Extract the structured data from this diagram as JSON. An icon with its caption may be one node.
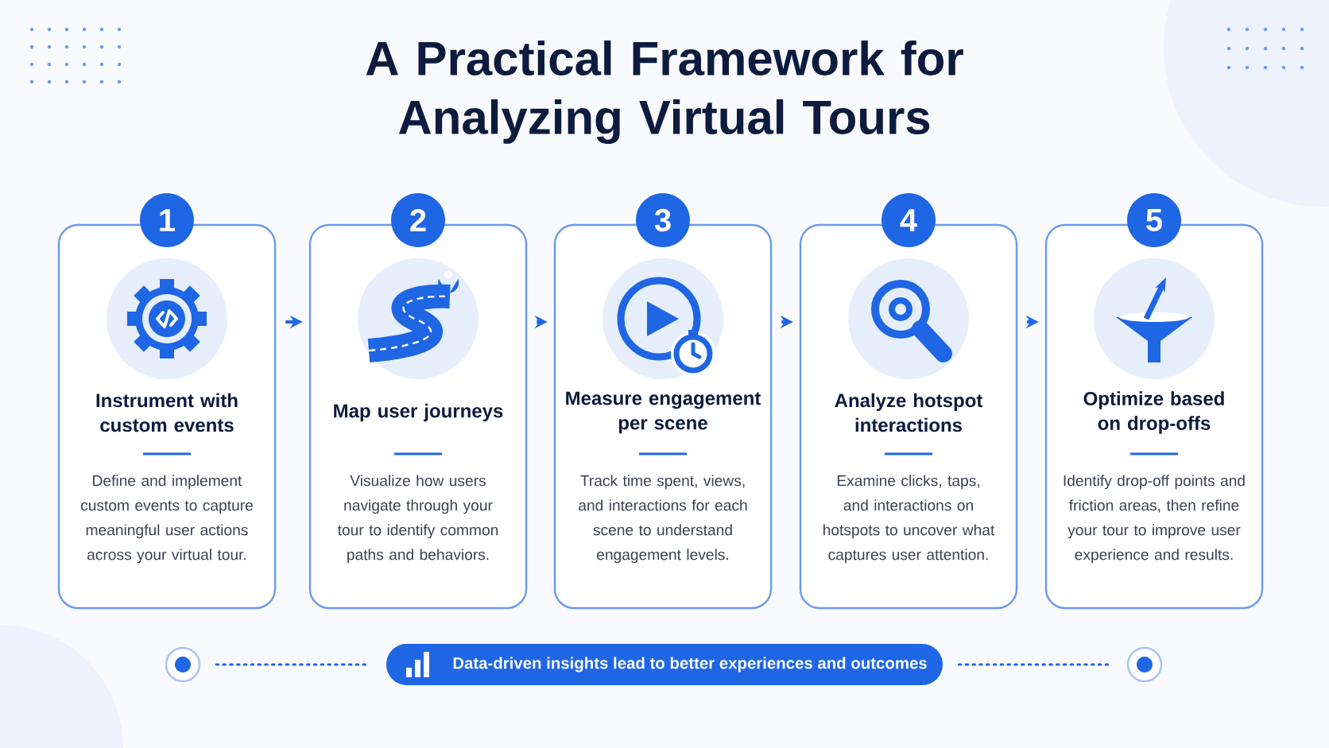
{
  "diagram": {
    "title": "A Practical Framework for Analyzing Virtual Tours",
    "nodes": [
      {
        "text": [
          "Instrument with custom events",
          "Define and implement custom events to capture meaningful user actions across your virtual tour."
        ]
      },
      {
        "text": [
          "Map user journeys",
          "Visualize how users navigate through your tour to identify common paths and behaviors."
        ]
      },
      {
        "text": [
          "Measure engagement per scene",
          "Track time spent, views, and interactions for each scene to understand engagement levels."
        ]
      },
      {
        "text": [
          "Analyze hotspot interactions",
          "Examine clicks, taps, and interactions on hotspots to uncover what captures user attention."
        ]
      },
      {
        "text": [
          "Optimize based on drop-offs",
          "Identify drop-off points and friction areas, then refine your tour to improve user experience and results."
        ]
      },
      {
        "text": [],
        "shape": "circle"
      },
      {
        "text": [
          "Data-driven insights lead to better experiences and outcomes"
        ]
      },
      {
        "text": [],
        "shape": "circle"
      }
    ],
    "edges": [
      {
        "from": 0,
        "to": 1,
        "arrow": "to"
      },
      {
        "from": 1,
        "to": 2,
        "arrow": "to"
      },
      {
        "from": 2,
        "to": 3,
        "arrow": "to"
      },
      {
        "from": 3,
        "to": 4,
        "arrow": "to"
      },
      {
        "from": 5,
        "to": 6,
        "arrow": "none",
        "style": "dashed"
      },
      {
        "from": 6,
        "to": 7,
        "arrow": "none",
        "style": "dashed"
      }
    ],
    "labels": [
      "1",
      "2",
      "3",
      "4",
      "5"
    ]
  }
}
